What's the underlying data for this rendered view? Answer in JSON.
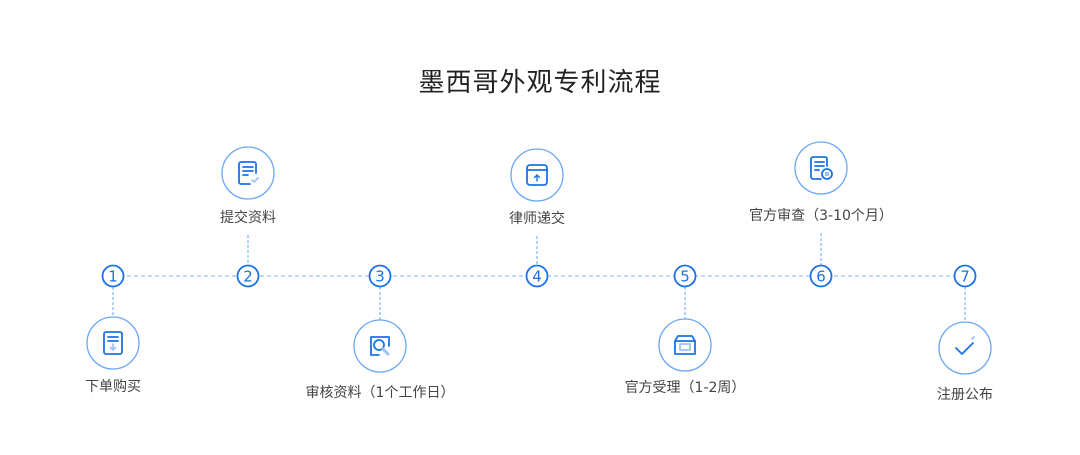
{
  "title": "墨西哥外观专利流程",
  "colors": {
    "accent": "#1a73e8",
    "ring": "#6aa8f5",
    "dash": "#7fb3f5",
    "text": "#444444"
  },
  "steps": [
    {
      "number": "1",
      "label": "下单购买",
      "icon": "document-download-icon",
      "side": "below"
    },
    {
      "number": "2",
      "label": "提交资料",
      "icon": "document-check-icon",
      "side": "above"
    },
    {
      "number": "3",
      "label": "审核资料（1个工作日）",
      "icon": "search-review-icon",
      "side": "below"
    },
    {
      "number": "4",
      "label": "律师递交",
      "icon": "upload-window-icon",
      "side": "above"
    },
    {
      "number": "5",
      "label": "官方受理（1-2周）",
      "icon": "inbox-message-icon",
      "side": "below"
    },
    {
      "number": "6",
      "label": "官方审查（3-10个月）",
      "icon": "document-stamp-icon",
      "side": "above"
    },
    {
      "number": "7",
      "label": "注册公布",
      "icon": "checkmark-icon",
      "side": "below"
    }
  ]
}
